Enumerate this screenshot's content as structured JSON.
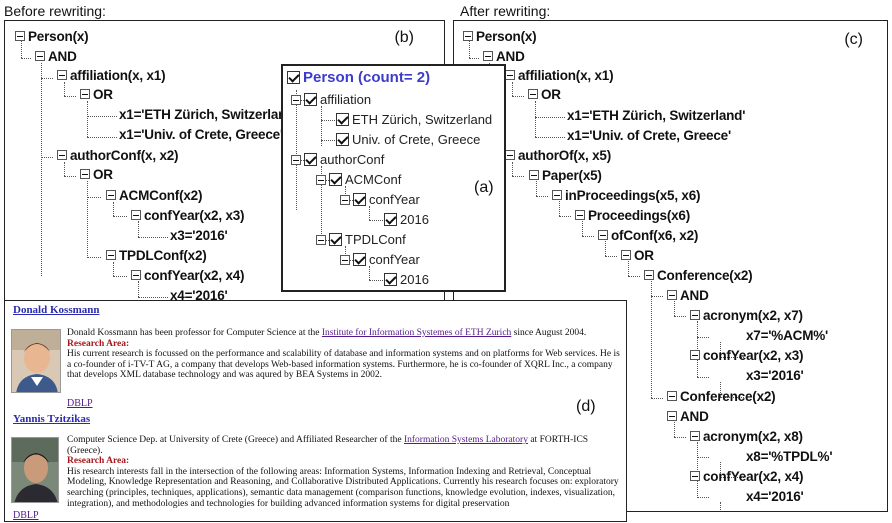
{
  "headings": {
    "before": "Before rewriting:",
    "after": "After rewriting:"
  },
  "panel_labels": {
    "a": "(a)",
    "b": "(b)",
    "c": "(c)",
    "d": "(d)"
  },
  "tree_b": [
    "Person(x)",
    "AND",
    "affiliation(x, x1)",
    "OR",
    "x1='ETH Zürich, Switzerland'",
    "x1='Univ. of Crete, Greece'",
    "authorConf(x, x2)",
    "OR",
    "ACMConf(x2)",
    "confYear(x2, x3)",
    "x3='2016'",
    "TPDLConf(x2)",
    "confYear(x2, x4)",
    "x4='2016'"
  ],
  "tree_c": [
    "Person(x)",
    "AND",
    "affiliation(x, x1)",
    "OR",
    "x1='ETH Zürich, Switzerland'",
    "x1='Univ. of Crete, Greece'",
    "authorOf(x, x5)",
    "Paper(x5)",
    "inProceedings(x5, x6)",
    "Proceedings(x6)",
    "ofConf(x6, x2)",
    "OR",
    "Conference(x2)",
    "AND",
    "acronym(x2, x7)",
    "x7='%ACM%'",
    "confYear(x2, x3)",
    "x3='2016'",
    "Conference(x2)",
    "AND",
    "acronym(x2, x8)",
    "x8='%TPDL%'",
    "confYear(x2, x4)",
    "x4='2016'"
  ],
  "facets": {
    "root": "Person (count= 2)",
    "items": [
      "affiliation",
      "ETH Zürich, Switzerland",
      "Univ. of Crete, Greece",
      "authorConf",
      "ACMConf",
      "confYear",
      "2016",
      "TPDLConf",
      "confYear",
      "2016"
    ]
  },
  "people": [
    {
      "name": "Donald Kossmann",
      "intro_pre": "Donald Kossmann has been professor for Computer Science at the ",
      "intro_link": "Institute for Information Systemes of ETH Zurich",
      "intro_post": " since August 2004.",
      "research_label": "Research Area:",
      "research": "His current research is focussed on the performance and scalability of database and information systems and on platforms for Web services. He is a co-founder of i-TV-T AG, a company that develops Web-based information systems. Furthermore, he is co-founder of XQRL Inc., a company that develops XML database technology and was aqured by BEA Systems in 2002.",
      "dblp": "DBLP"
    },
    {
      "name": "Yannis Tzitzikas",
      "intro_pre": "Computer Science Dep. at University of Crete (Greece) and Affiliated Researcher of the ",
      "intro_link": "Information Systems Laboratory",
      "intro_post": " at FORTH-ICS (Greece).",
      "research_label": "Research Area:",
      "research": "His research interests fall in the intersection of the following areas: Information Systems, Information Indexing and Retrieval, Conceptual Modeling, Knowledge Representation and Reasoning, and Collaborative Distributed Applications. Currently his research focuses on: exploratory searching (principles, techniques, applications), semantic data management (comparison functions, knowledge evolution, indexes, visualization, integration), and methodologies and technologies for building advanced information systems for digital preservation",
      "dblp": "DBLP"
    }
  ],
  "colors": {
    "facet_root": "#3c3ccc",
    "research_label": "#a8151b",
    "link": "#551a8b",
    "name_link": "#2b2bb0"
  }
}
